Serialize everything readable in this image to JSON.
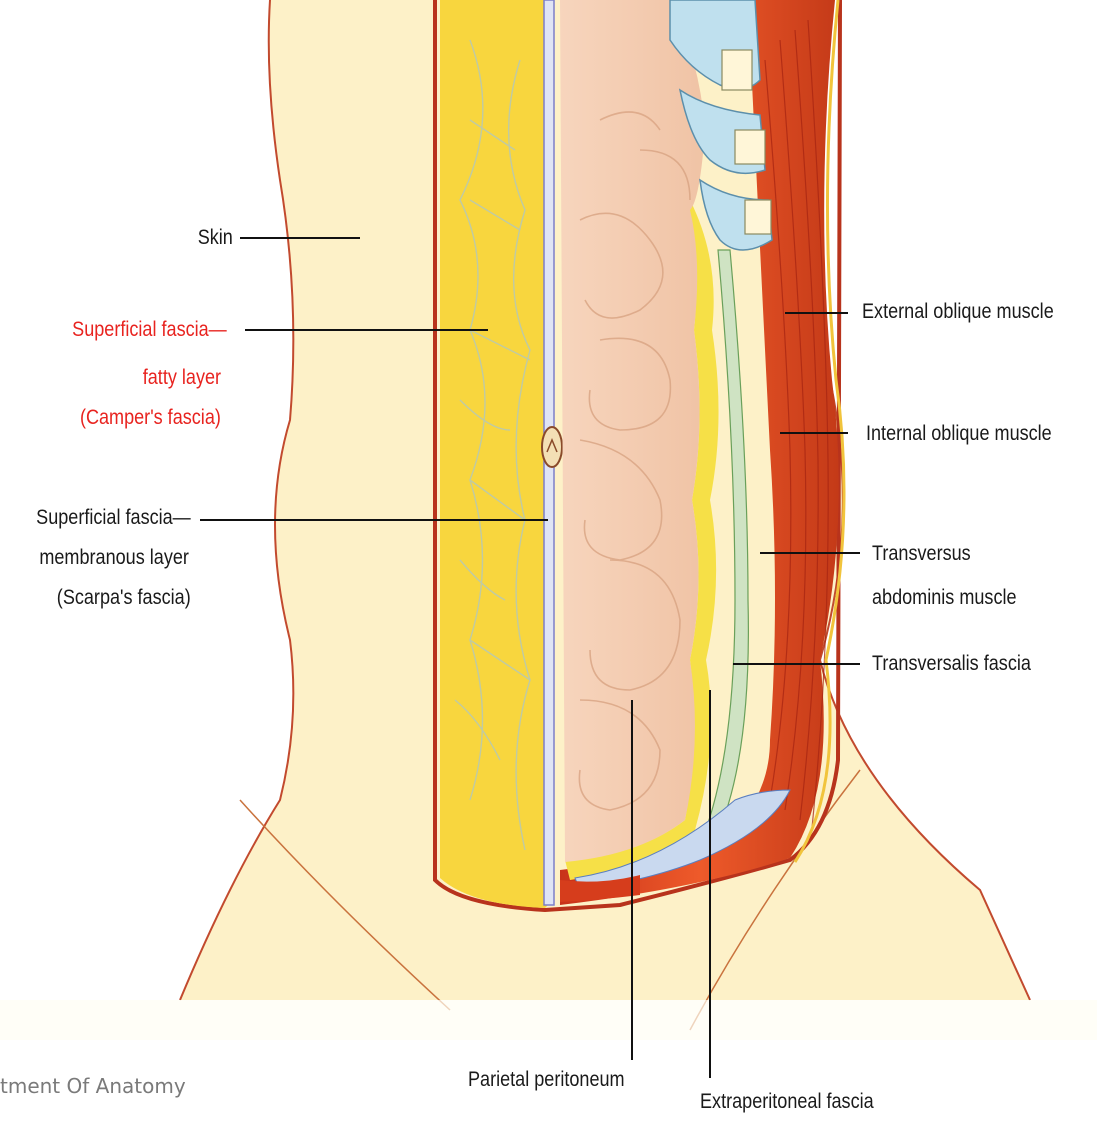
{
  "labels": {
    "skin": "Skin",
    "superficial_fatty": [
      "Superficial fascia—",
      "fatty layer",
      "(Camper's fascia)"
    ],
    "superficial_membranous": [
      "Superficial fascia—",
      "membranous layer",
      "(Scarpa's fascia)"
    ],
    "external_oblique": "External oblique muscle",
    "internal_oblique": "Internal oblique muscle",
    "transversus": [
      "Transversus",
      "abdominis muscle"
    ],
    "transversalis": "Transversalis fascia",
    "parietal_peritoneum": "Parietal peritoneum",
    "extraperitoneal": "Extraperitoneal fascia"
  },
  "footer": "tment Of Anatomy",
  "colors": {
    "highlight_label": "#e8231f",
    "skin": "#fdf3cc",
    "fat": "#f7d43a",
    "muscle": "#e0441e",
    "peritoneum": "#f6d3b8",
    "fascia": "#cfe2c4",
    "rib_cartilage": "#bfe0ee"
  }
}
